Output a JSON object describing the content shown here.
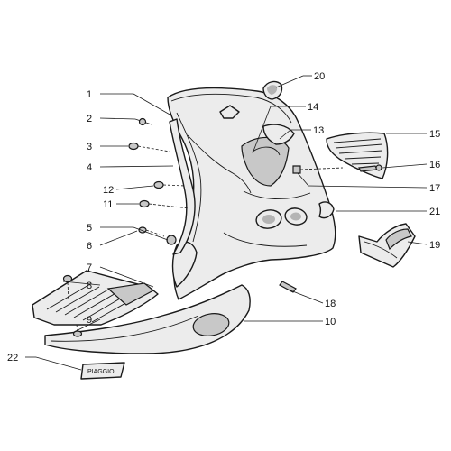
{
  "callouts": [
    "1",
    "2",
    "3",
    "4",
    "5",
    "6",
    "7",
    "8",
    "9",
    "10",
    "11",
    "12",
    "13",
    "14",
    "15",
    "16",
    "17",
    "18",
    "19",
    "20",
    "21",
    "22"
  ],
  "brand_plate_text": "PIAGGIO"
}
